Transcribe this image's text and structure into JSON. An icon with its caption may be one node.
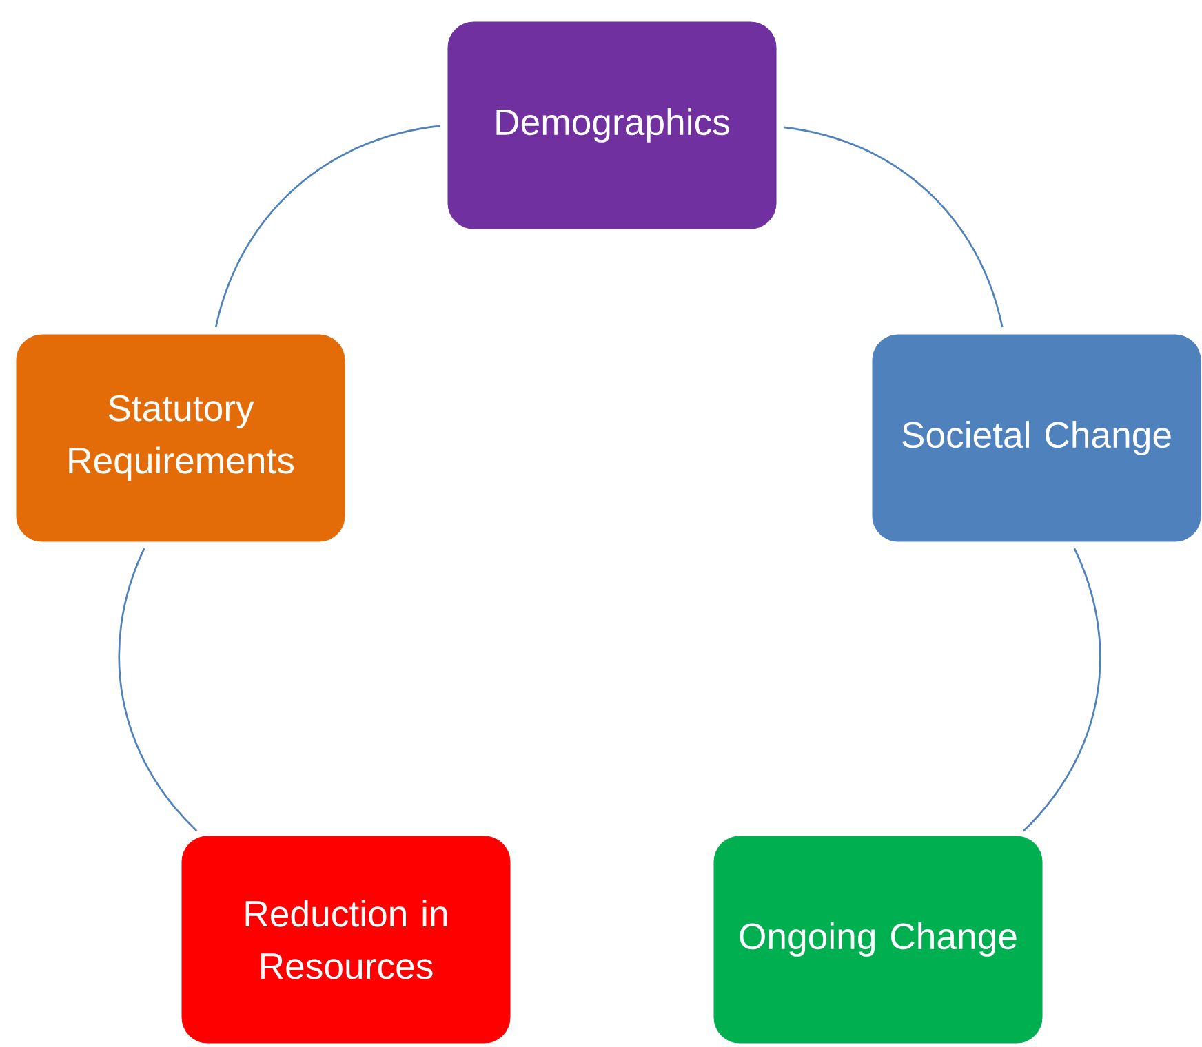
{
  "diagram": {
    "nodes": [
      {
        "text": [
          "Demographics"
        ]
      },
      {
        "text": [
          "Statutory Requirements"
        ]
      },
      {
        "text": [
          "Societal Change"
        ]
      },
      {
        "text": [
          "Reduction in Resources"
        ]
      },
      {
        "text": [
          "Ongoing Change"
        ]
      }
    ],
    "edges": [
      {
        "from": 0,
        "to": 2,
        "arrow": "none"
      },
      {
        "from": 2,
        "to": 4,
        "arrow": "none"
      },
      {
        "from": 4,
        "to": 3,
        "arrow": "none"
      },
      {
        "from": 3,
        "to": 1,
        "arrow": "none"
      },
      {
        "from": 1,
        "to": 0,
        "arrow": "none"
      }
    ]
  }
}
